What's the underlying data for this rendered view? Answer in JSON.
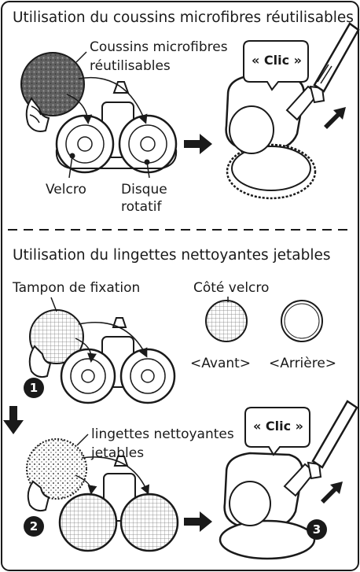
{
  "section1": {
    "title": "Utilisation du coussins microfibres réutilisables",
    "label_pad_line1": "Coussins microfibres",
    "label_pad_line2": "réutilisables",
    "label_velcro": "Velcro",
    "label_disc_line1": "Disque",
    "label_disc_line2": "rotatif",
    "click": "« Clic »"
  },
  "section2": {
    "title": "Utilisation du lingettes nettoyantes jetables",
    "label_fixing_pad": "Tampon de fixation",
    "label_velcro_side": "Côté velcro",
    "label_front": "<Avant>",
    "label_back": "<Arrière>",
    "label_wipes_line1": "lingettes nettoyantes",
    "label_wipes_line2": "jetables",
    "click": "« Clic »",
    "step1": "1",
    "step2": "2",
    "step3": "3"
  },
  "colors": {
    "line": "#1a1a1a",
    "pad_dark": "#555555",
    "light_fill": "#f2f2f2"
  }
}
